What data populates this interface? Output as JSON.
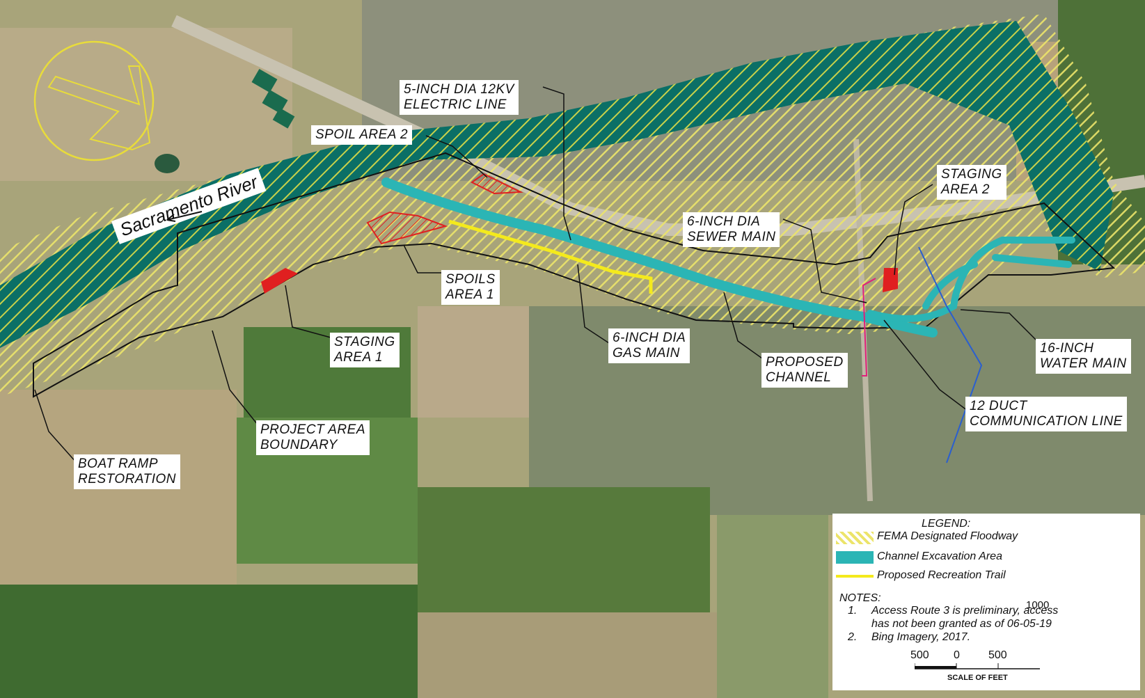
{
  "labels": {
    "electric_1": "5-INCH DIA 12KV",
    "electric_2": "ELECTRIC LINE",
    "spoil2": "SPOIL AREA 2",
    "staging2_1": "STAGING",
    "staging2_2": "AREA 2",
    "sewer_1": "6-INCH DIA",
    "sewer_2": "SEWER MAIN",
    "spoils1_1": "SPOILS",
    "spoils1_2": "AREA 1",
    "staging1_1": "STAGING",
    "staging1_2": "AREA 1",
    "gas_1": "6-INCH DIA",
    "gas_2": "GAS MAIN",
    "channel_1": "PROPOSED",
    "channel_2": "CHANNEL",
    "water_1": "16-INCH",
    "water_2": "WATER MAIN",
    "comm_1": "12 DUCT",
    "comm_2": "COMMUNICATION LINE",
    "boundary_1": "PROJECT AREA",
    "boundary_2": "BOUNDARY",
    "boat_1": "BOAT RAMP",
    "boat_2": "RESTORATION",
    "river": "Sacramento River"
  },
  "legend": {
    "title": "LEGEND:",
    "items": [
      "FEMA Designated Floodway",
      "Channel Excavation Area",
      "Proposed Recreation Trail"
    ],
    "notes_title": "NOTES:",
    "note1_num": "1.",
    "note1_a": "Access Route 3 is preliminary, access",
    "note1_b": "has not been granted as of 06-05-19",
    "note2_num": "2.",
    "note2": "Bing Imagery, 2017.",
    "scale_left": "500",
    "scale_mid": "0",
    "scale_right": "500",
    "scale_over": "1000",
    "scale_title": "SCALE OF FEET"
  },
  "colors": {
    "floodway": "#e8e070",
    "channel": "#2bb5b5",
    "trail": "#f4ea1c",
    "spoil": "#e02020",
    "staging": "#e02020",
    "boundary": "#111111",
    "water_line": "#e0207a",
    "comm_line": "#2a5fd0",
    "river_band": "#0e7a6e"
  }
}
